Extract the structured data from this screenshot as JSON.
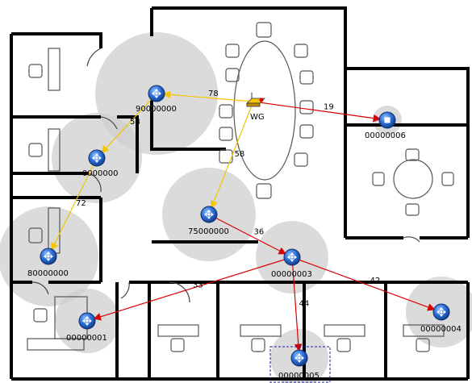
{
  "colors": {
    "wall": "#000000",
    "room_line": "#555555",
    "coverage": "#cfcfcf",
    "link_yellow": "#f5c400",
    "link_red": "#d90000",
    "node_blue": "#2b6fd6",
    "selection": "#1a1aa0"
  },
  "gateway": {
    "id": "WG",
    "label": "WG",
    "icon": "gateway-router-icon"
  },
  "nodes": [
    {
      "id": "n90000000",
      "label": "90000000",
      "icon": "sensor-node-icon"
    },
    {
      "id": "n00000006",
      "label": "00000006",
      "icon": "sensor-node-square-icon"
    },
    {
      "id": "n0000000",
      "label": "•0000000",
      "icon": "sensor-node-icon"
    },
    {
      "id": "n75000000",
      "label": "75000000",
      "icon": "sensor-node-icon"
    },
    {
      "id": "n80000000",
      "label": "80000000",
      "icon": "sensor-node-icon"
    },
    {
      "id": "n00000003",
      "label": "00000003",
      "icon": "sensor-node-icon"
    },
    {
      "id": "n00000001",
      "label": "00000001",
      "icon": "sensor-node-icon"
    },
    {
      "id": "n00000004",
      "label": "00000004",
      "icon": "sensor-node-icon"
    },
    {
      "id": "n00000005",
      "label": "00000005",
      "icon": "sensor-node-icon",
      "selected": true
    }
  ],
  "links": [
    {
      "from": "WG",
      "to": "n90000000",
      "value": "78",
      "color": "yellow"
    },
    {
      "from": "WG",
      "to": "n00000006",
      "value": "19",
      "color": "red"
    },
    {
      "from": "n90000000",
      "to": "n0000000",
      "value": "58",
      "color": "yellow"
    },
    {
      "from": "WG",
      "to": "n75000000",
      "value": "58",
      "color": "yellow"
    },
    {
      "from": "n0000000",
      "to": "n80000000",
      "value": "72",
      "color": "yellow"
    },
    {
      "from": "n75000000",
      "to": "n00000003",
      "value": "36",
      "color": "red"
    },
    {
      "from": "n00000003",
      "to": "n00000001",
      "value": "33",
      "color": "red"
    },
    {
      "from": "n00000003",
      "to": "n00000004",
      "value": "42",
      "color": "red"
    },
    {
      "from": "n00000003",
      "to": "n00000005",
      "value": "44",
      "color": "red"
    }
  ]
}
